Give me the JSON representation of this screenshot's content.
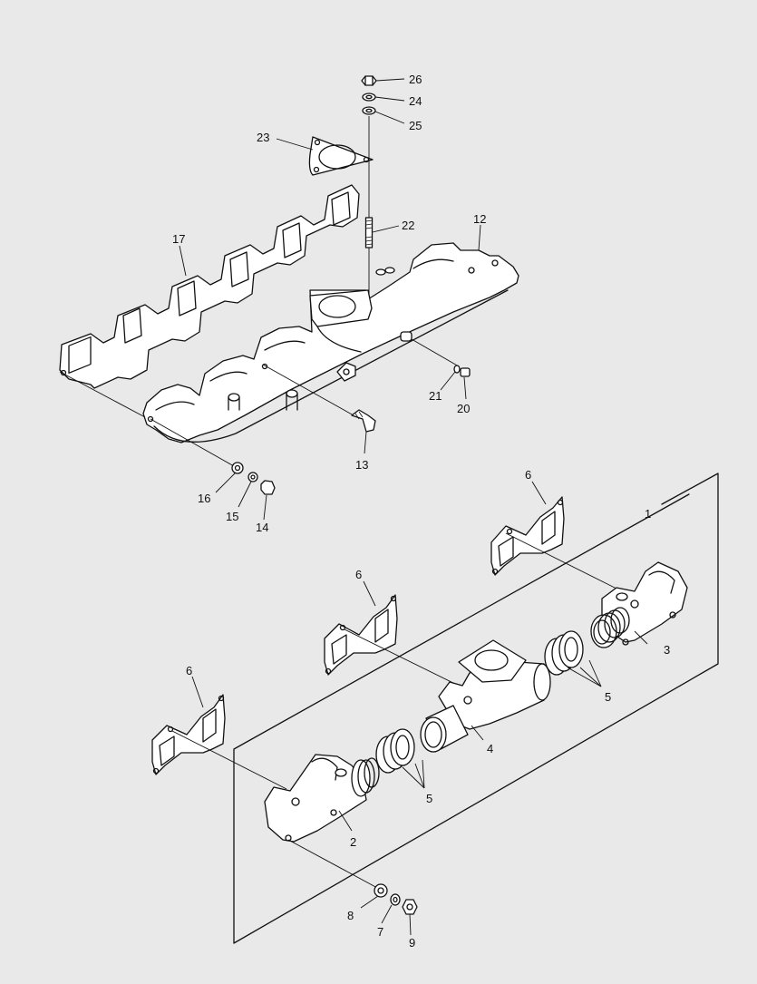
{
  "diagram": {
    "callouts": [
      {
        "id": "c26",
        "label": "26"
      },
      {
        "id": "c24",
        "label": "24"
      },
      {
        "id": "c25",
        "label": "25"
      },
      {
        "id": "c23",
        "label": "23"
      },
      {
        "id": "c22",
        "label": "22"
      },
      {
        "id": "c12",
        "label": "12"
      },
      {
        "id": "c17",
        "label": "17"
      },
      {
        "id": "c21",
        "label": "21"
      },
      {
        "id": "c20",
        "label": "20"
      },
      {
        "id": "c13",
        "label": "13"
      },
      {
        "id": "c16",
        "label": "16"
      },
      {
        "id": "c15",
        "label": "15"
      },
      {
        "id": "c14",
        "label": "14"
      },
      {
        "id": "c6a",
        "label": "6"
      },
      {
        "id": "c1",
        "label": "1"
      },
      {
        "id": "c6b",
        "label": "6"
      },
      {
        "id": "c3",
        "label": "3"
      },
      {
        "id": "c5a",
        "label": "5"
      },
      {
        "id": "c6c",
        "label": "6"
      },
      {
        "id": "c4",
        "label": "4"
      },
      {
        "id": "c5b",
        "label": "5"
      },
      {
        "id": "c2",
        "label": "2"
      },
      {
        "id": "c8",
        "label": "8"
      },
      {
        "id": "c7",
        "label": "7"
      },
      {
        "id": "c9",
        "label": "9"
      }
    ]
  }
}
